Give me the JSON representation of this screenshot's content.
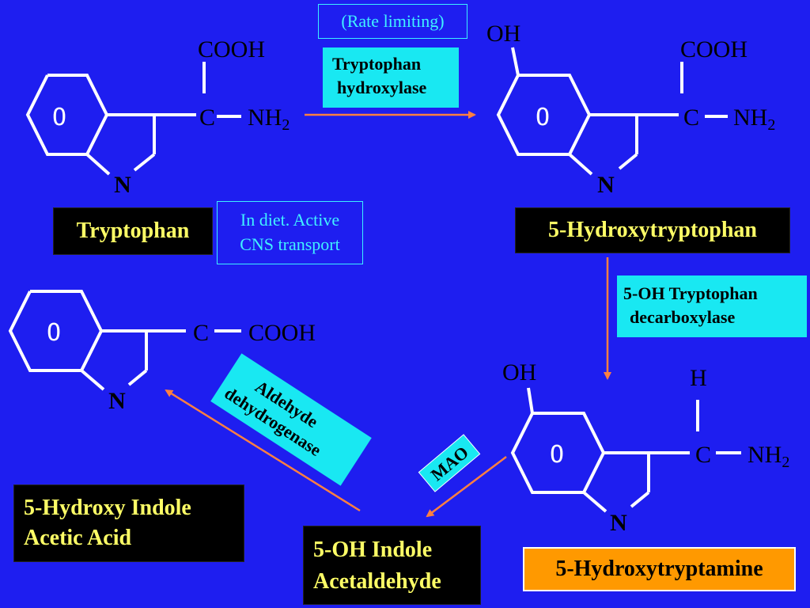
{
  "colors": {
    "background": "#1e1ef0",
    "bond": "#ffffff",
    "arrow": "#ff8040",
    "black_label_text": "#ffff66",
    "cyan_box": "#19e8f2",
    "orange_box": "#ff9900"
  },
  "labels": {
    "rate_limiting": "(Rate limiting)",
    "tryptophan": "Tryptophan",
    "hydroxytryptophan": "5-Hydroxytryptophan",
    "hiaa": [
      "5-Hydroxy Indole",
      "Acetic Acid"
    ],
    "acetaldehyde": [
      "5-OH Indole",
      "Acetaldehyde"
    ],
    "serotonin": "5-Hydroxytryptamine"
  },
  "enzymes": {
    "tph": [
      "Tryptophan",
      "hydroxylase"
    ],
    "decarboxylase": [
      "5-OH Tryptophan",
      "decarboxylase"
    ],
    "aldehyde_dh": [
      "Aldehyde",
      "dehydrogenase"
    ],
    "mao": "MAO"
  },
  "notes": {
    "diet": [
      "In diet. Active",
      "CNS transport"
    ]
  },
  "atoms": {
    "ring_o": "O",
    "n": "N",
    "c": "C",
    "cooh": "COOH",
    "nh": "NH",
    "sub2": "2",
    "oh": "OH",
    "h": "H"
  }
}
